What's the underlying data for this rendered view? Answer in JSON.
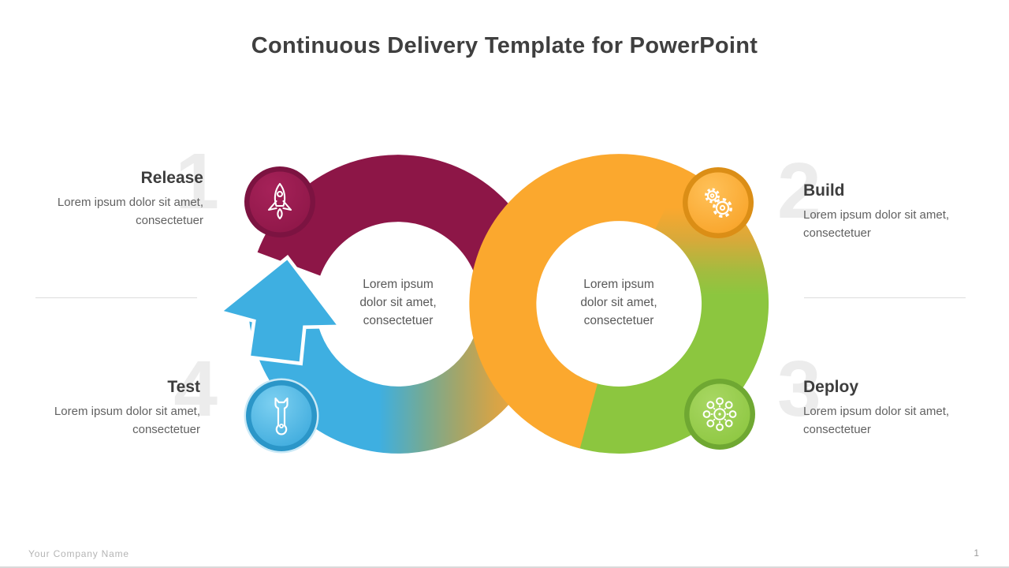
{
  "slide": {
    "title": "Continuous Delivery Template for PowerPoint"
  },
  "steps": [
    {
      "num": "1",
      "title": "Release",
      "desc": "Lorem ipsum dolor sit amet, consectetuer",
      "icon": "rocket-icon",
      "color": "#8D1647"
    },
    {
      "num": "2",
      "title": "Build",
      "desc": "Lorem ipsum dolor sit amet, consectetuer",
      "icon": "gears-icon",
      "color": "#FBA82E"
    },
    {
      "num": "3",
      "title": "Deploy",
      "desc": "Lorem ipsum dolor sit amet, consectetuer",
      "icon": "network-icon",
      "color": "#8CC63F"
    },
    {
      "num": "4",
      "title": "Test",
      "desc": "Lorem ipsum dolor sit amet, consectetuer",
      "icon": "wrench-icon",
      "color": "#3EAFE1"
    }
  ],
  "center_labels": {
    "left": "Lorem ipsum\ndolor sit amet,\nconsectetuer",
    "right": "Lorem ipsum\ndolor sit amet,\nconsectetuer"
  },
  "colors": {
    "maroon": "#8D1647",
    "orange": "#FBA82E",
    "green": "#8CC63F",
    "blue": "#3EAFE1",
    "title_text": "#3F3F3F",
    "body_text": "#616161",
    "ghost_number": "#ECECEC"
  },
  "footer": {
    "company": "Your Company Name",
    "page": "1"
  }
}
